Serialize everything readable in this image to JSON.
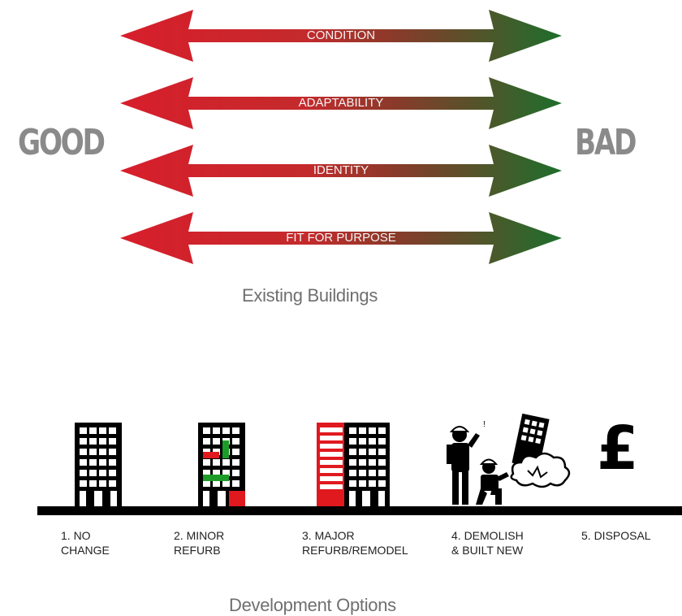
{
  "scale": {
    "left_label": "GOOD",
    "right_label": "BAD",
    "colors": {
      "good": "#d01f2a",
      "bad": "#1f6b2a"
    }
  },
  "arrows": [
    {
      "label": "CONDITION"
    },
    {
      "label": "ADAPTABILITY"
    },
    {
      "label": "IDENTITY"
    },
    {
      "label": "FIT FOR PURPOSE"
    }
  ],
  "existing_caption": "Existing Buildings",
  "options": [
    {
      "label": "1. NO\nCHANGE",
      "icon": "building-icon"
    },
    {
      "label": "2. MINOR\nREFURB",
      "icon": "building-minor-refurb-icon"
    },
    {
      "label": "3. MAJOR\nREFURB/REMODEL",
      "icon": "building-major-refurb-icon"
    },
    {
      "label": "4. DEMOLISH\n& BUILT NEW",
      "icon": "demolition-workers-icon"
    },
    {
      "label": "5. DISPOSAL",
      "icon": "pound-sign-icon"
    }
  ],
  "pound_symbol": "£",
  "options_caption": "Development Options"
}
